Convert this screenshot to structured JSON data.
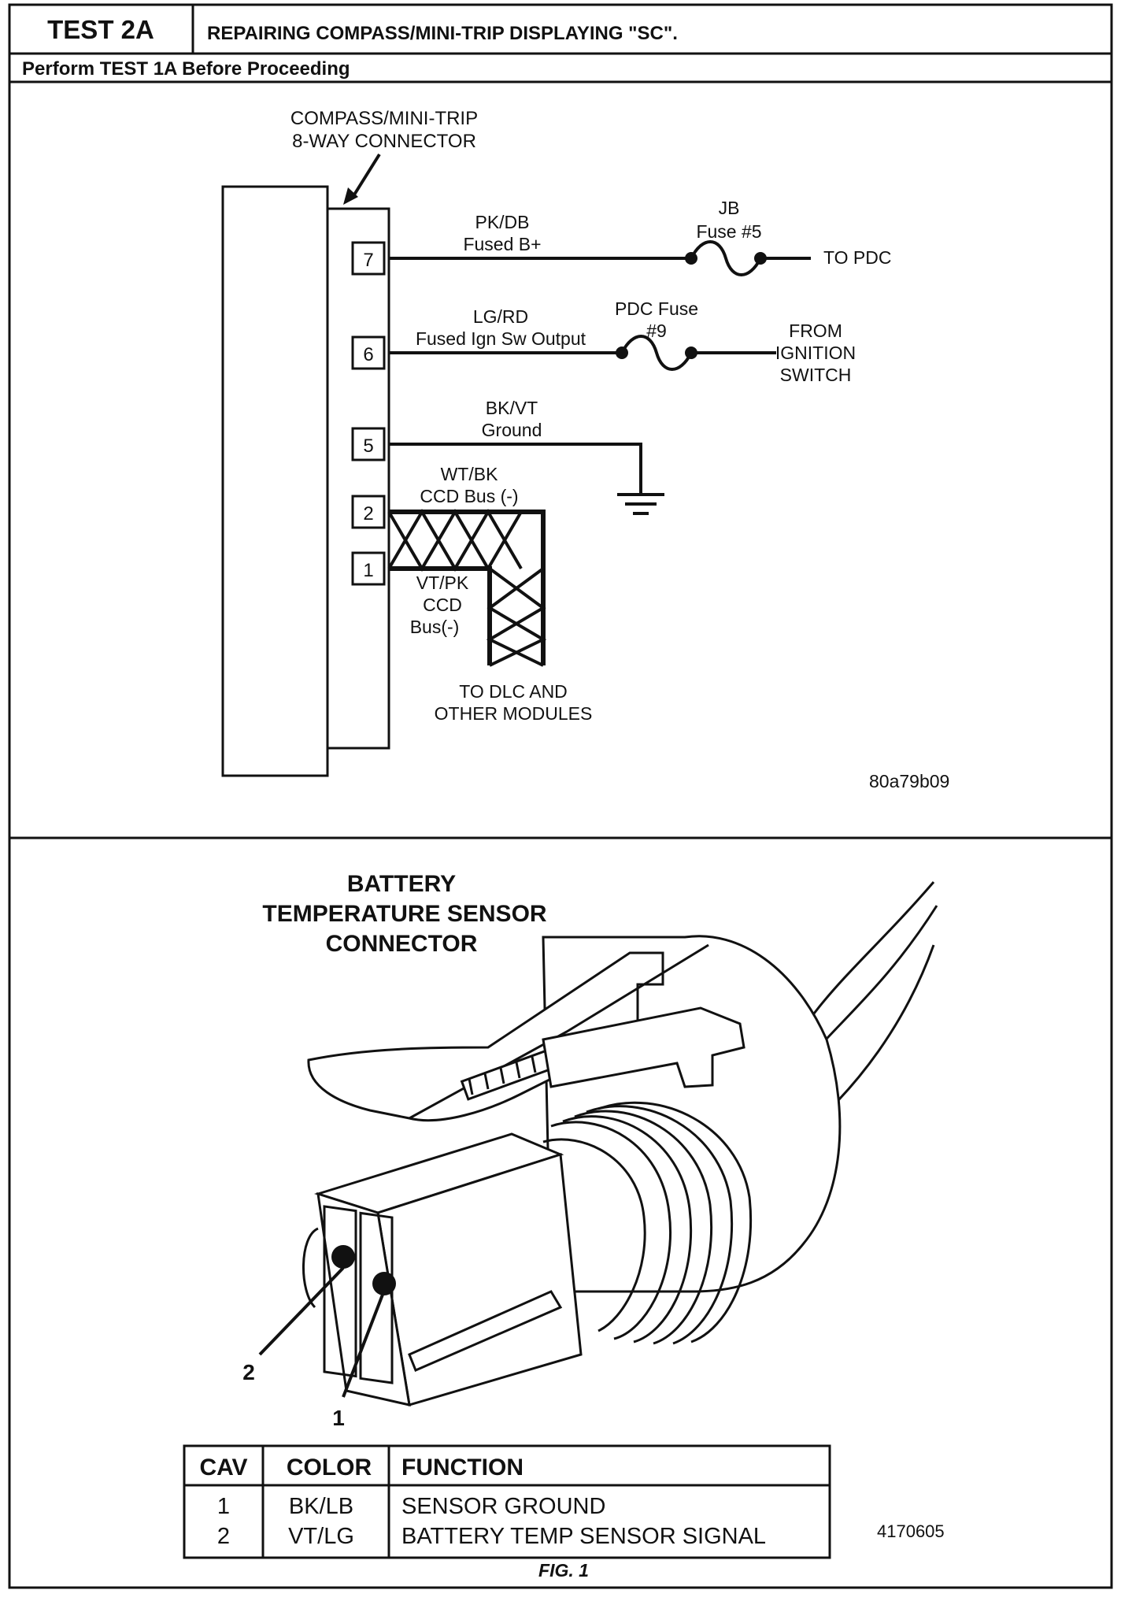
{
  "header": {
    "test_id": "TEST 2A",
    "title": "REPAIRING COMPASS/MINI-TRIP DISPLAYING \"SC\".",
    "prerequisite": "Perform TEST 1A Before Proceeding"
  },
  "wiring_diagram": {
    "connector_label_line1": "COMPASS/MINI-TRIP",
    "connector_label_line2": "8-WAY CONNECTOR",
    "pins": [
      "7",
      "6",
      "5",
      "2",
      "1"
    ],
    "circuits": {
      "pin7_color": "PK/DB",
      "pin7_name": "Fused B+",
      "pin7_fuse_line1": "JB",
      "pin7_fuse_line2": "Fuse #5",
      "pin7_destination": "TO PDC",
      "pin6_color": "LG/RD",
      "pin6_name": "Fused Ign Sw Output",
      "pin6_fuse_line1": "PDC Fuse",
      "pin6_fuse_line2": "#9",
      "pin6_destination_line1": "FROM",
      "pin6_destination_line2": "IGNITION",
      "pin6_destination_line3": "SWITCH",
      "pin5_color": "BK/VT",
      "pin5_name": "Ground",
      "pin2_color": "WT/BK",
      "pin2_name": "CCD Bus (-)",
      "pin1_color": "VT/PK",
      "pin1_name_line1": "CCD",
      "pin1_name_line2": "Bus(-)",
      "bus_destination_line1": "TO DLC AND",
      "bus_destination_line2": "OTHER MODULES"
    },
    "figure_id": "80a79b09"
  },
  "sensor_figure": {
    "title_line1": "BATTERY",
    "title_line2": "TEMPERATURE SENSOR",
    "title_line3": "CONNECTOR",
    "callout_1": "1",
    "callout_2": "2",
    "figure_id": "4170605",
    "caption": "FIG. 1"
  },
  "pin_table": {
    "headers": [
      "CAV",
      "COLOR",
      "FUNCTION"
    ],
    "rows": [
      {
        "cav": "1",
        "color": "BK/LB",
        "function": "SENSOR GROUND"
      },
      {
        "cav": "2",
        "color": "VT/LG",
        "function": "BATTERY TEMP SENSOR SIGNAL"
      }
    ]
  }
}
